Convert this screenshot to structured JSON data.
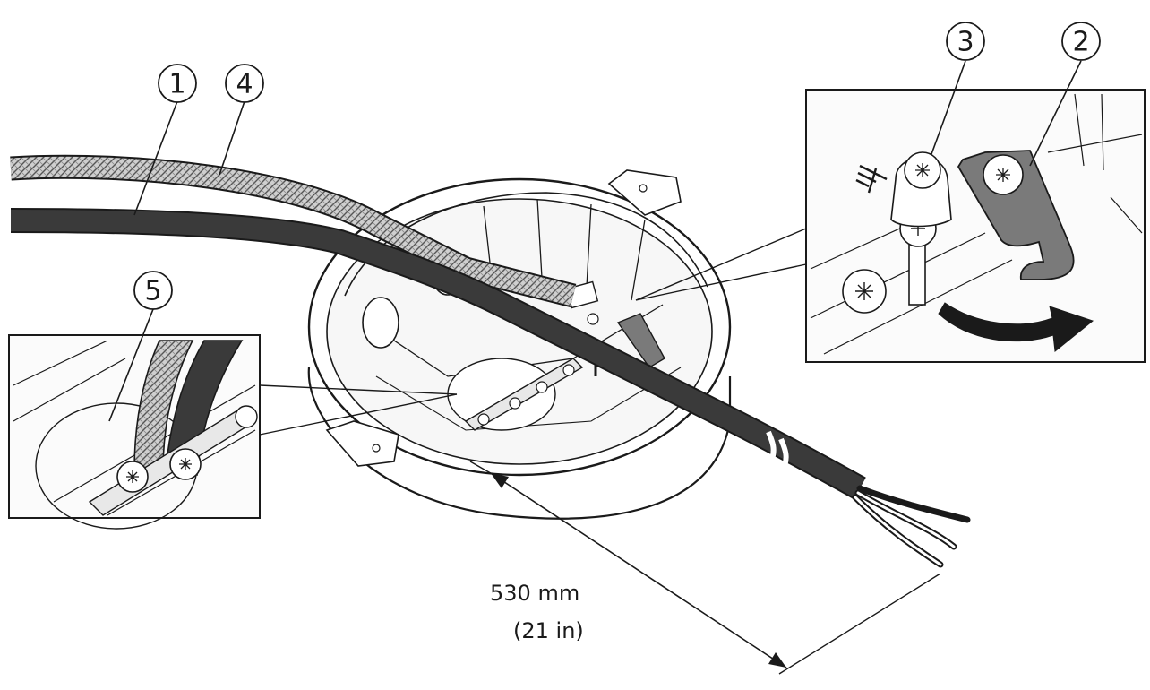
{
  "colors": {
    "background": "#ffffff",
    "ink": "#1a1a1a",
    "dark_cable": "#3a3a3a",
    "bracket": "#7a7a7a",
    "panel_fill": "#fbfbfb"
  },
  "callouts": [
    {
      "id": "1",
      "label": "1"
    },
    {
      "id": "2",
      "label": "2"
    },
    {
      "id": "3",
      "label": "3"
    },
    {
      "id": "4",
      "label": "4"
    },
    {
      "id": "5",
      "label": "5"
    }
  ],
  "dimension": {
    "metric": "530 mm",
    "imperial": "(21 in)"
  },
  "icons": {
    "ground_symbol": "ground-icon",
    "rotation_arrow": "rotate-arrow-icon"
  }
}
